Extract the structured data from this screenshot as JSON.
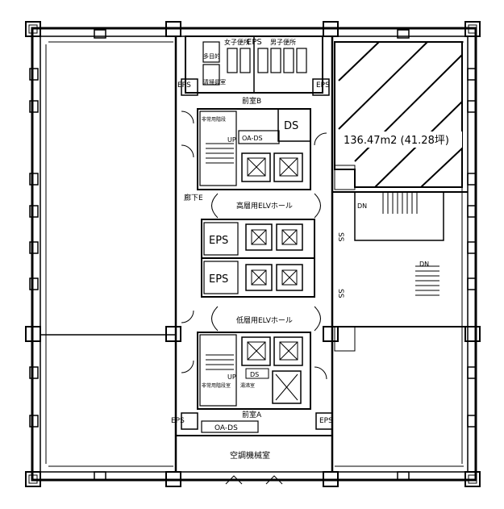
{
  "labels": {
    "area": "136.47m2 (41.28坪)",
    "eps_left_upper": "EPS",
    "eps_right_upper": "EPS",
    "eps_left_lower": "EPS",
    "eps_right_lower": "EPS",
    "eps_shaft_1": "EPS",
    "eps_shaft_2": "EPS",
    "eps_top_core": "EPS",
    "ds_upper": "DS",
    "ds_lower": "DS",
    "oa_ds_upper": "OA-DS",
    "oa_ds_lower": "OA-DS",
    "up_upper": "UP",
    "up_lower": "UP",
    "dn_upper": "DN",
    "dn_lower": "DN",
    "ss_upper": "SS",
    "ss_lower": "SS",
    "high_elv_hall": "高層用ELVホール",
    "low_elv_hall": "低層用ELVホール",
    "corridor_e": "廊下E",
    "room_b": "前室B",
    "room_a": "前室A",
    "hvac_room": "空調機械室",
    "women_wc": "女子便所",
    "men_wc": "男子便所",
    "wc_small": "多目的",
    "cleaning": "清掃員室",
    "emergency_stair": "非常用階段",
    "emergency_stair_2": "非常用階段室",
    "pantry": "湯沸室"
  }
}
